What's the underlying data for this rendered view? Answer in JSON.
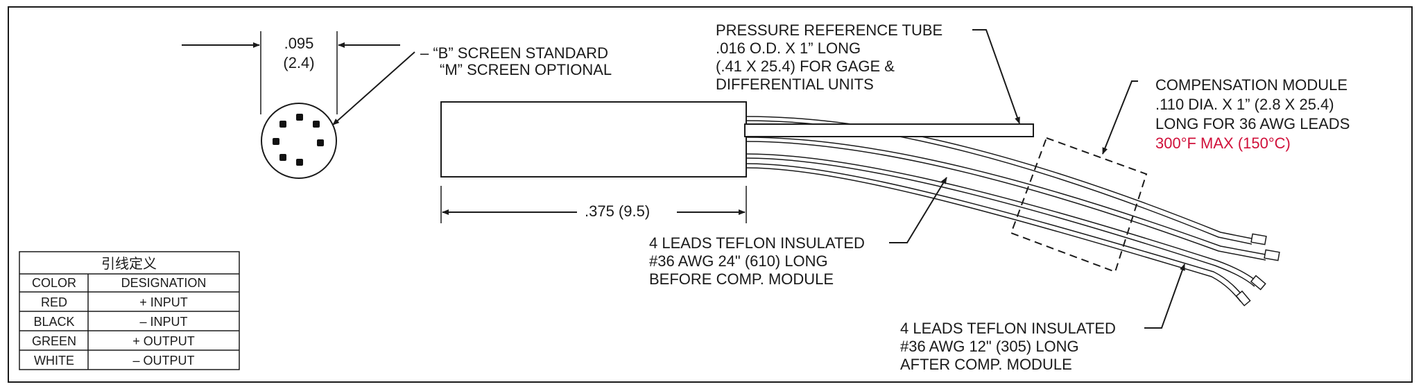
{
  "end_view": {
    "dim_in": ".095",
    "dim_mm": "(2.4)",
    "screen_standard": "– “B” SCREEN STANDARD",
    "screen_optional": "“M” SCREEN OPTIONAL"
  },
  "body_length": {
    "label": ".375 (9.5)"
  },
  "pressure_tube": {
    "lines": [
      "PRESSURE REFERENCE TUBE",
      ".016 O.D. X 1” LONG",
      "(.41 X 25.4) FOR GAGE &",
      "DIFFERENTIAL UNITS"
    ]
  },
  "compensation_module": {
    "lines": [
      "COMPENSATION MODULE",
      ".110 DIA. X 1” (2.8 X 25.4)",
      "LONG FOR 36 AWG LEADS"
    ],
    "max_temp": "300°F MAX (150°C)",
    "accent_color": "#d0103a"
  },
  "leads_before": {
    "lines": [
      "4 LEADS TEFLON INSULATED",
      "#36 AWG 24\" (610) LONG",
      "BEFORE COMP. MODULE"
    ]
  },
  "leads_after": {
    "lines": [
      "4 LEADS TEFLON INSULATED",
      "#36 AWG 12\" (305) LONG",
      "AFTER COMP. MODULE"
    ]
  },
  "wire_table": {
    "title": "引线定义",
    "headers": [
      "COLOR",
      "DESIGNATION"
    ],
    "rows": [
      [
        "RED",
        "+ INPUT"
      ],
      [
        "BLACK",
        "– INPUT"
      ],
      [
        "GREEN",
        "+ OUTPUT"
      ],
      [
        "WHITE",
        "– OUTPUT"
      ]
    ]
  }
}
